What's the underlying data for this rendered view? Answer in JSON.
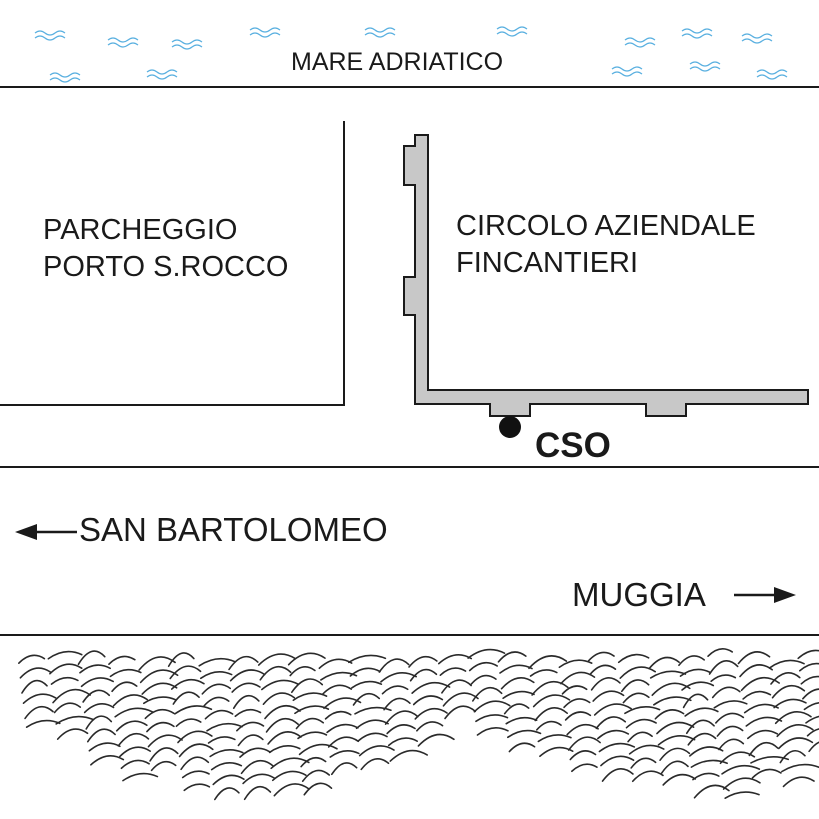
{
  "labels": {
    "sea": "MARE ADRIATICO",
    "parking": "PARCHEGGIO PORTO S.ROCCO",
    "club": "CIRCOLO AZIENDALE FINCANTIERI",
    "cso": "CSO",
    "west": "SAN BARTOLOMEO",
    "east": "MUGGIA"
  },
  "directions": {
    "west": "left-arrow-icon",
    "east": "right-arrow-icon"
  },
  "colors": {
    "building_fill": "#c8c8c8",
    "line": "#1a1a1a",
    "water": "#5ab0e0"
  }
}
